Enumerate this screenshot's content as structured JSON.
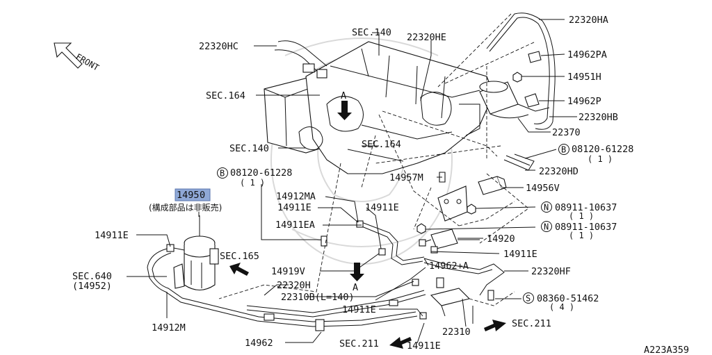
{
  "front_label": "FRONT",
  "labels": {
    "sec140_top": "SEC.140",
    "p22320HE": "22320HE",
    "p22320HA": "22320HA",
    "p22320HC": "22320HC",
    "p14962PA": "14962PA",
    "p14951H": "14951H",
    "sec164_left": "SEC.164",
    "p14962P": "14962P",
    "p22320HB": "22320HB",
    "p22370": "22370",
    "sec140_left": "SEC.140",
    "sec164_mid": "SEC.164",
    "bolt1_num": "08120-61228",
    "bolt1_qty": "( 1 )",
    "p22320HD": "22320HD",
    "bolt2_num": "08120-61228",
    "bolt2_qty": "( 1 )",
    "p14957M": "14957M",
    "p14956V": "14956V",
    "p14950_hl": "1495",
    "p14950_tail": "0",
    "p14950_note": "(構成部品は非販売)",
    "p14912MA": "14912MA",
    "p14911E_a": "14911E",
    "p14911E_b": "14911E",
    "nut1_num": "08911-10637",
    "nut1_qty": "( 1 )",
    "p14911EA": "14911EA",
    "nut2_num": "08911-10637",
    "nut2_qty": "( 1 )",
    "p14911E_c": "14911E",
    "p14920": "14920",
    "p14911E_d": "14911E",
    "sec165": "SEC.165",
    "p14962A": "14962+A",
    "sec640": "SEC.640",
    "p14952": "(14952)",
    "p14919V": "14919V",
    "p22320HF": "22320HF",
    "p22320H": "22320H",
    "p22310B": "22310B(L=140)",
    "screw_num": "08360-51462",
    "screw_qty": "( 4 )",
    "p14911E_e": "14911E",
    "p14912M": "14912M",
    "sec211_right": "SEC.211",
    "p22310": "22310",
    "p14962": "14962",
    "sec211_bottom": "SEC.211",
    "p14911E_f": "14911E",
    "view_a_top": "A",
    "view_a_bottom": "A",
    "diagram_id": "A223A359"
  },
  "symbols": {
    "bolt": "B",
    "nut": "N",
    "screw": "S"
  },
  "colors": {
    "highlight": "#8fa8d6",
    "ink": "#111111",
    "watermark": "#d9d9d9"
  }
}
